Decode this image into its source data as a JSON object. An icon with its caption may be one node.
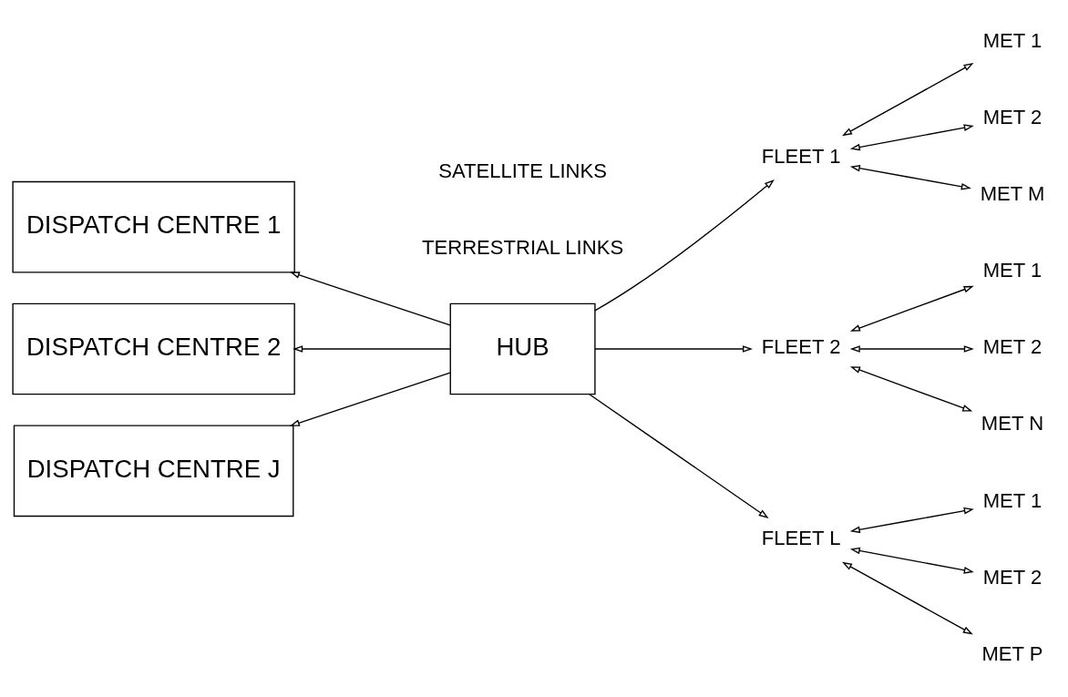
{
  "diagram": {
    "nodes": [
      {
        "text": [
          "DISPATCH CENTRE 1"
        ]
      },
      {
        "text": [
          "DISPATCH CENTRE 2"
        ]
      },
      {
        "text": [
          "DISPATCH CENTRE J"
        ]
      },
      {
        "text": [
          "HUB"
        ]
      },
      {
        "text": [
          "FLEET 1"
        ]
      },
      {
        "text": [
          "MET 1"
        ]
      },
      {
        "text": [
          "MET 2"
        ]
      },
      {
        "text": [
          "MET M"
        ]
      },
      {
        "text": [
          "FLEET 2"
        ]
      },
      {
        "text": [
          "MET 1"
        ]
      },
      {
        "text": [
          "MET 2"
        ]
      },
      {
        "text": [
          "MET N"
        ]
      },
      {
        "text": [
          "FLEET L"
        ]
      },
      {
        "text": [
          "MET 1"
        ]
      },
      {
        "text": [
          "MET 2"
        ]
      },
      {
        "text": [
          "MET P"
        ]
      }
    ],
    "edges": [
      {
        "from": 3,
        "to": 0,
        "arrow": "to"
      },
      {
        "from": 3,
        "to": 1,
        "arrow": "to"
      },
      {
        "from": 3,
        "to": 2,
        "arrow": "to"
      },
      {
        "from": 3,
        "to": 4,
        "arrow": "to"
      },
      {
        "from": 3,
        "to": 8,
        "arrow": "to"
      },
      {
        "from": 3,
        "to": 12,
        "arrow": "to"
      },
      {
        "from": 4,
        "to": 5,
        "arrow": "both"
      },
      {
        "from": 4,
        "to": 6,
        "arrow": "both"
      },
      {
        "from": 4,
        "to": 7,
        "arrow": "both"
      },
      {
        "from": 8,
        "to": 9,
        "arrow": "both"
      },
      {
        "from": 8,
        "to": 10,
        "arrow": "both"
      },
      {
        "from": 8,
        "to": 11,
        "arrow": "both"
      },
      {
        "from": 12,
        "to": 13,
        "arrow": "both"
      },
      {
        "from": 12,
        "to": 14,
        "arrow": "both"
      },
      {
        "from": 12,
        "to": 15,
        "arrow": "both"
      }
    ],
    "labels": [
      "TERRESTRIAL LINKS",
      "SATELLITE LINKS"
    ]
  }
}
